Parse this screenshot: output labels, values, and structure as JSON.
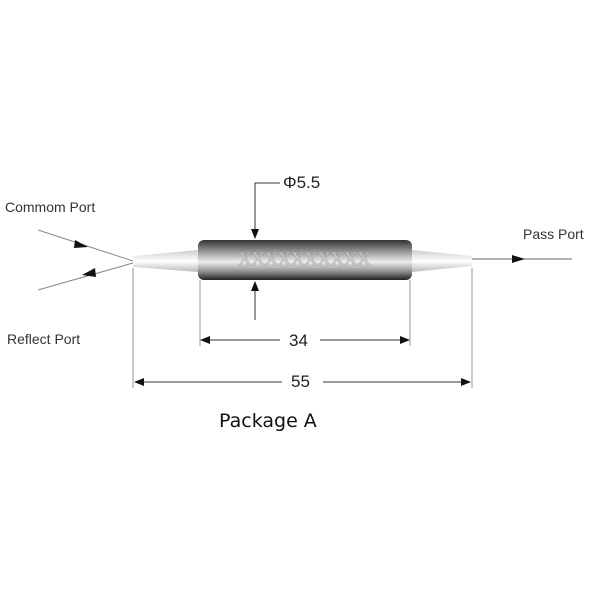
{
  "labels": {
    "common_port": "Commom Port",
    "reflect_port": "Reflect Port",
    "pass_port": "Pass Port",
    "body_marking": "XXXXXXXXXX"
  },
  "dimensions": {
    "diameter": "Φ5.5",
    "body_length": "34",
    "total_length": "55"
  },
  "caption": "Package A"
}
